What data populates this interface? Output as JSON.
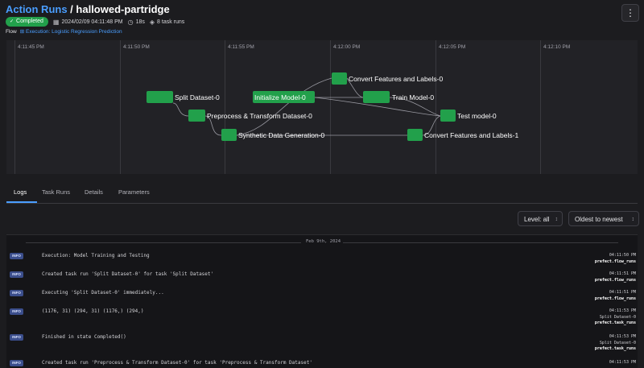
{
  "header": {
    "breadcrumb": "Action Runs",
    "separator": " / ",
    "run_name": "hallowed-partridge",
    "menu_icon": "kebab-menu-icon",
    "status": "Completed",
    "date": "2024/02/09 04:11:48 PM",
    "duration": "18s",
    "task_runs": "8 task runs",
    "flow_label": "Flow",
    "flow_link": "Execution: Logistic Regression Prediction"
  },
  "timeline": {
    "ticks": [
      "4:11:45 PM",
      "4:11:50 PM",
      "4:11:55 PM",
      "4:12:00 PM",
      "4:12:05 PM",
      "4:12:10 PM"
    ],
    "nodes": [
      {
        "id": "split",
        "label": "Split Dataset-0"
      },
      {
        "id": "preprocess",
        "label": "Preprocess & Transform Dataset-0"
      },
      {
        "id": "synthetic",
        "label": "Synthetic Data Generation-0"
      },
      {
        "id": "init",
        "label": "Initialize Model-0"
      },
      {
        "id": "convert0",
        "label": "Convert Features and Labels-0"
      },
      {
        "id": "train",
        "label": "Train Model-0"
      },
      {
        "id": "test",
        "label": "Test model-0"
      },
      {
        "id": "convert1",
        "label": "Convert Features and Labels-1"
      }
    ],
    "controls": [
      "recenter-icon",
      "fullscreen-icon",
      "settings-icon"
    ]
  },
  "tabs": [
    "Logs",
    "Task Runs",
    "Details",
    "Parameters"
  ],
  "active_tab": "Logs",
  "filters": {
    "level": "Level: all",
    "sort": "Oldest to newest"
  },
  "logs": {
    "date_separator": "Feb 9th, 2024",
    "entries": [
      {
        "level": "INFO",
        "message": "Execution: Model Training and Testing",
        "time": "04:11:50 PM",
        "task": "",
        "logger": "prefect.flow_runs"
      },
      {
        "level": "INFO",
        "message": "Created task run 'Split Dataset-0' for task 'Split Dataset'",
        "time": "04:11:51 PM",
        "task": "",
        "logger": "prefect.flow_runs"
      },
      {
        "level": "INFO",
        "message": "Executing 'Split Dataset-0' immediately...",
        "time": "04:11:51 PM",
        "task": "",
        "logger": "prefect.flow_runs"
      },
      {
        "level": "INFO",
        "message": "(1176, 31) (294, 31) (1176,) (294,)",
        "time": "04:11:53 PM",
        "task": "Split Dataset-0",
        "logger": "prefect.task_runs"
      },
      {
        "level": "INFO",
        "message": "Finished in state Completed()",
        "time": "04:11:53 PM",
        "task": "Split Dataset-0",
        "logger": "prefect.task_runs"
      },
      {
        "level": "INFO",
        "message": "Created task run 'Preprocess & Transform Dataset-0' for task 'Preprocess & Transform Dataset'",
        "time": "04:11:53 PM",
        "task": "",
        "logger": ""
      }
    ]
  },
  "colors": {
    "accent": "#4a9eff",
    "success": "#22a04b",
    "background": "#1c1c1f",
    "panel": "#222226"
  }
}
